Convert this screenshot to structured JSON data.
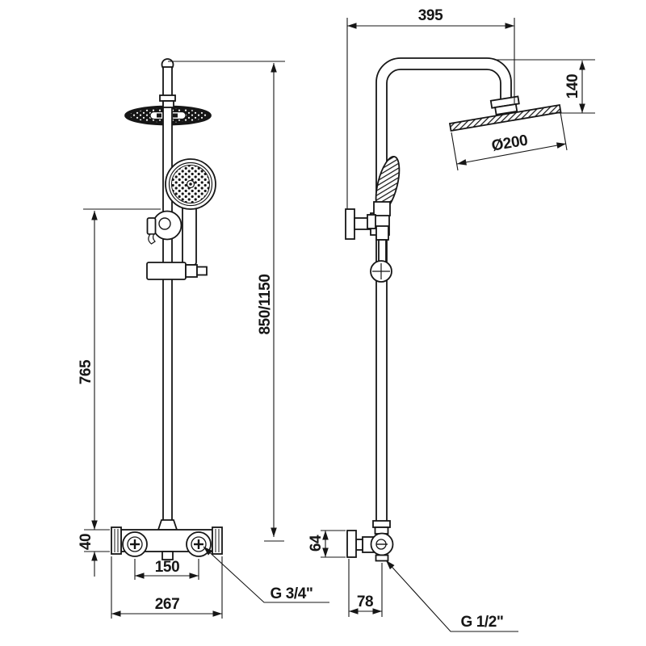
{
  "drawing": {
    "type": "technical-dimension-drawing",
    "subject": "thermostatic shower column, front and side views",
    "background_color": "#ffffff",
    "line_color": "#161616",
    "dimensions": {
      "arm_reach": "395",
      "head_drop": "140",
      "head_diameter": "Ø200",
      "total_height": "850/1150",
      "rail_height": "765",
      "valve_height": "40",
      "handle_spacing": "150",
      "valve_width": "267",
      "outlet_thread": "G 3/4\"",
      "escutcheon_height": "64",
      "wall_offset": "78",
      "inlet_thread": "G 1/2\""
    }
  }
}
